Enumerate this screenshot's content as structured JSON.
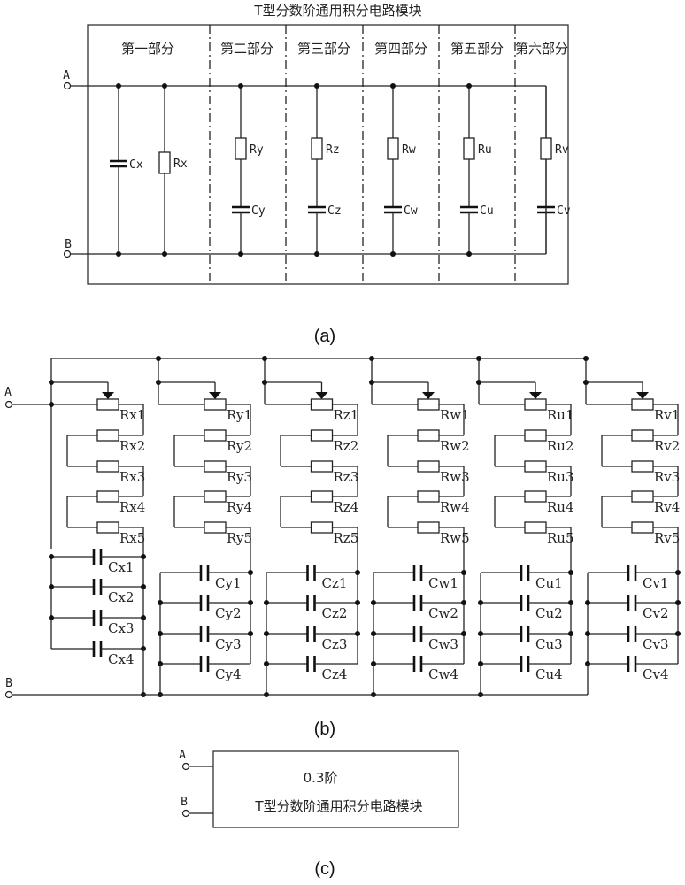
{
  "figure_a": {
    "title": "T型分数阶通用积分电路模块",
    "sections": [
      "第一部分",
      "第二部分",
      "第三部分",
      "第四部分",
      "第五部分",
      "第六部分"
    ],
    "terminals": [
      "A",
      "B"
    ],
    "components": [
      {
        "type": "capacitor",
        "label": "Cx"
      },
      {
        "type": "resistor",
        "label": "Rx"
      },
      {
        "type": "series",
        "r": "Ry",
        "c": "Cy"
      },
      {
        "type": "series",
        "r": "Rz",
        "c": "Cz"
      },
      {
        "type": "series",
        "r": "Rw",
        "c": "Cw"
      },
      {
        "type": "series",
        "r": "Ru",
        "c": "Cu"
      },
      {
        "type": "series",
        "r": "Rv",
        "c": "Cv"
      }
    ],
    "caption": "(a)"
  },
  "figure_b": {
    "terminals": [
      "A",
      "B"
    ],
    "columns": [
      {
        "resistors": [
          "Rx1",
          "Rx2",
          "Rx3",
          "Rx4",
          "Rx5"
        ],
        "capacitors": [
          "Cx1",
          "Cx2",
          "Cx3",
          "Cx4"
        ]
      },
      {
        "resistors": [
          "Ry1",
          "Ry2",
          "Ry3",
          "Ry4",
          "Ry5"
        ],
        "capacitors": [
          "Cy1",
          "Cy2",
          "Cy3",
          "Cy4"
        ]
      },
      {
        "resistors": [
          "Rz1",
          "Rz2",
          "Rz3",
          "Rz4",
          "Rz5"
        ],
        "capacitors": [
          "Cz1",
          "Cz2",
          "Cz3",
          "Cz4"
        ]
      },
      {
        "resistors": [
          "Rw1",
          "Rw2",
          "Rw3",
          "Rw4",
          "Rw5"
        ],
        "capacitors": [
          "Cw1",
          "Cw2",
          "Cw3",
          "Cw4"
        ]
      },
      {
        "resistors": [
          "Ru1",
          "Ru2",
          "Ru3",
          "Ru4",
          "Ru5"
        ],
        "capacitors": [
          "Cu1",
          "Cu2",
          "Cu3",
          "Cu4"
        ]
      },
      {
        "resistors": [
          "Rv1",
          "Rv2",
          "Rv3",
          "Rv4",
          "Rv5"
        ],
        "capacitors": [
          "Cv1",
          "Cv2",
          "Cv3",
          "Cv4"
        ]
      }
    ],
    "caption": "(b)"
  },
  "figure_c": {
    "terminals": [
      "A",
      "B"
    ],
    "order_label": "0.3阶",
    "module_label": "T型分数阶通用积分电路模块",
    "caption": "(c)"
  }
}
